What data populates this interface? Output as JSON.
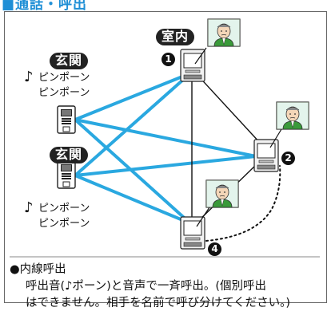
{
  "header": {
    "title": "■通話・呼出"
  },
  "labels": {
    "indoor": "室内",
    "entrance_1": "玄関",
    "entrance_2": "玄関"
  },
  "chimes": {
    "chime_1_line1": "ピンポーン",
    "chime_1_line2": "ピンポーン",
    "chime_2_line1": "ピンポーン",
    "chime_2_line2": "ピンポーン"
  },
  "numbers": {
    "n1": "1",
    "n2": "2",
    "n4": "4"
  },
  "caption": {
    "heading": "内線呼出",
    "line1": "呼出音(♪ポーン)と音声で一斉呼出。(個別呼出",
    "line2": "はできません。相手を名前で呼び分けてください。)"
  },
  "colors": {
    "link_blue": "#2aa8e0",
    "accent_green": "#3a9a3a",
    "badge": "#222222"
  }
}
